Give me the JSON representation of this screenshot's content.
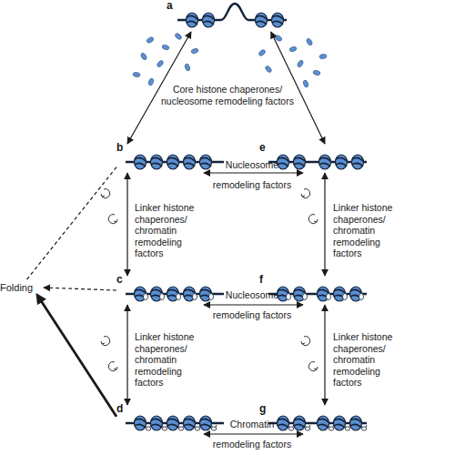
{
  "diagram": {
    "nodes": [
      {
        "text": [
          "a"
        ]
      },
      {
        "text": [
          "b"
        ]
      },
      {
        "text": [
          "e"
        ]
      },
      {
        "text": [
          "Folding"
        ]
      },
      {
        "text": [
          "c"
        ]
      },
      {
        "text": [
          "f"
        ]
      },
      {
        "text": [
          "d"
        ]
      },
      {
        "text": [
          "g"
        ]
      }
    ],
    "edges": [
      {
        "from": 0,
        "to": 1,
        "arrow": "both"
      },
      {
        "from": 0,
        "to": 2,
        "arrow": "both"
      },
      {
        "from": 1,
        "to": 2,
        "label": "Nucleosome remodeling factors",
        "arrow": "both"
      },
      {
        "from": 1,
        "to": 4,
        "label": "Linker histone chaperones/ chromatin remodeling factors",
        "arrow": "both"
      },
      {
        "from": 2,
        "to": 5,
        "label": "Linker histone chaperones/ chromatin remodeling factors",
        "arrow": "both"
      },
      {
        "from": 4,
        "to": 5,
        "label": "Nucleosome remodeling factors",
        "arrow": "both"
      },
      {
        "from": 4,
        "to": 6,
        "label": "Linker histone chaperones/ chromatin remodeling factors",
        "arrow": "both"
      },
      {
        "from": 5,
        "to": 7,
        "label": "Linker histone chaperones/ chromatin remodeling factors",
        "arrow": "both"
      },
      {
        "from": 6,
        "to": 7,
        "label": "Chromatin remodeling factors",
        "arrow": "both"
      },
      {
        "from": 1,
        "to": 3,
        "arrow": "none"
      },
      {
        "from": 4,
        "to": 3,
        "arrow": "to"
      },
      {
        "from": 6,
        "to": 3,
        "arrow": "to"
      }
    ],
    "labels": [
      "Core histone chaperones/ nucleosome remodeling factors"
    ]
  }
}
